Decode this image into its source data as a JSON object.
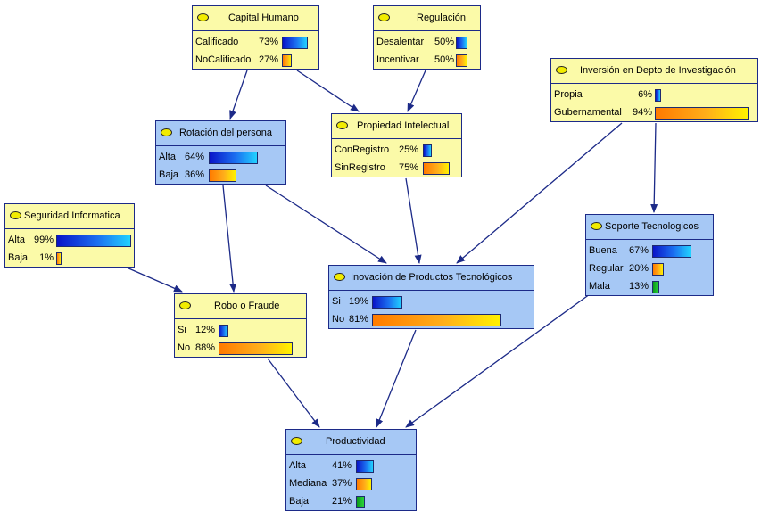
{
  "nodes": {
    "capital_humano": {
      "title": "Capital Humano",
      "states": [
        {
          "label": "Calificado",
          "pct": "73%",
          "value": 0.73,
          "color": "blue"
        },
        {
          "label": "NoCalificado",
          "pct": "27%",
          "value": 0.27,
          "color": "orange"
        }
      ]
    },
    "regulacion": {
      "title": "Regulación",
      "states": [
        {
          "label": "Desalentar",
          "pct": "50%",
          "value": 0.5,
          "color": "blue"
        },
        {
          "label": "Incentivar",
          "pct": "50%",
          "value": 0.5,
          "color": "orange"
        }
      ]
    },
    "inversion": {
      "title": "Inversión en Depto de Investigación",
      "states": [
        {
          "label": "Propia",
          "pct": "6%",
          "value": 0.06,
          "color": "blue"
        },
        {
          "label": "Gubernamental",
          "pct": "94%",
          "value": 0.94,
          "color": "orange"
        }
      ]
    },
    "rotacion": {
      "title": "Rotación del persona",
      "states": [
        {
          "label": "Alta",
          "pct": "64%",
          "value": 0.64,
          "color": "blue"
        },
        {
          "label": "Baja",
          "pct": "36%",
          "value": 0.36,
          "color": "orange"
        }
      ]
    },
    "propiedad": {
      "title": "Propiedad Intelectual",
      "states": [
        {
          "label": "ConRegistro",
          "pct": "25%",
          "value": 0.25,
          "color": "blue"
        },
        {
          "label": "SinRegistro",
          "pct": "75%",
          "value": 0.75,
          "color": "orange"
        }
      ]
    },
    "seguridad": {
      "title": "Seguridad Informatica",
      "states": [
        {
          "label": "Alta",
          "pct": "99%",
          "value": 0.99,
          "color": "blue"
        },
        {
          "label": "Baja",
          "pct": "1%",
          "value": 0.01,
          "color": "orange"
        }
      ]
    },
    "soporte": {
      "title": "Soporte Tecnologicos",
      "states": [
        {
          "label": "Buena",
          "pct": "67%",
          "value": 0.67,
          "color": "blue"
        },
        {
          "label": "Regular",
          "pct": "20%",
          "value": 0.2,
          "color": "orange"
        },
        {
          "label": "Mala",
          "pct": "13%",
          "value": 0.13,
          "color": "green"
        }
      ]
    },
    "inovacion": {
      "title": "Inovación de Productos Tecnológicos",
      "states": [
        {
          "label": "Si",
          "pct": "19%",
          "value": 0.19,
          "color": "blue"
        },
        {
          "label": "No",
          "pct": "81%",
          "value": 0.81,
          "color": "orange"
        }
      ]
    },
    "robo": {
      "title": "Robo o Fraude",
      "states": [
        {
          "label": "Si",
          "pct": "12%",
          "value": 0.12,
          "color": "blue"
        },
        {
          "label": "No",
          "pct": "88%",
          "value": 0.88,
          "color": "orange"
        }
      ]
    },
    "productividad": {
      "title": "Productividad",
      "states": [
        {
          "label": "Alta",
          "pct": "41%",
          "value": 0.41,
          "color": "blue"
        },
        {
          "label": "Mediana",
          "pct": "37%",
          "value": 0.37,
          "color": "orange"
        },
        {
          "label": "Baja",
          "pct": "21%",
          "value": 0.21,
          "color": "green"
        }
      ]
    }
  },
  "edges": [
    [
      "capital_humano",
      "rotacion"
    ],
    [
      "capital_humano",
      "propiedad"
    ],
    [
      "regulacion",
      "propiedad"
    ],
    [
      "inversion",
      "inovacion"
    ],
    [
      "inversion",
      "soporte"
    ],
    [
      "rotacion",
      "robo"
    ],
    [
      "rotacion",
      "inovacion"
    ],
    [
      "propiedad",
      "inovacion"
    ],
    [
      "seguridad",
      "robo"
    ],
    [
      "robo",
      "productividad"
    ],
    [
      "inovacion",
      "productividad"
    ],
    [
      "soporte",
      "productividad"
    ]
  ],
  "colors": {
    "node_yellow": "#fbfaa8",
    "node_blue": "#a6c8f5",
    "border": "#1c2a88",
    "edge": "#1c2a88"
  }
}
